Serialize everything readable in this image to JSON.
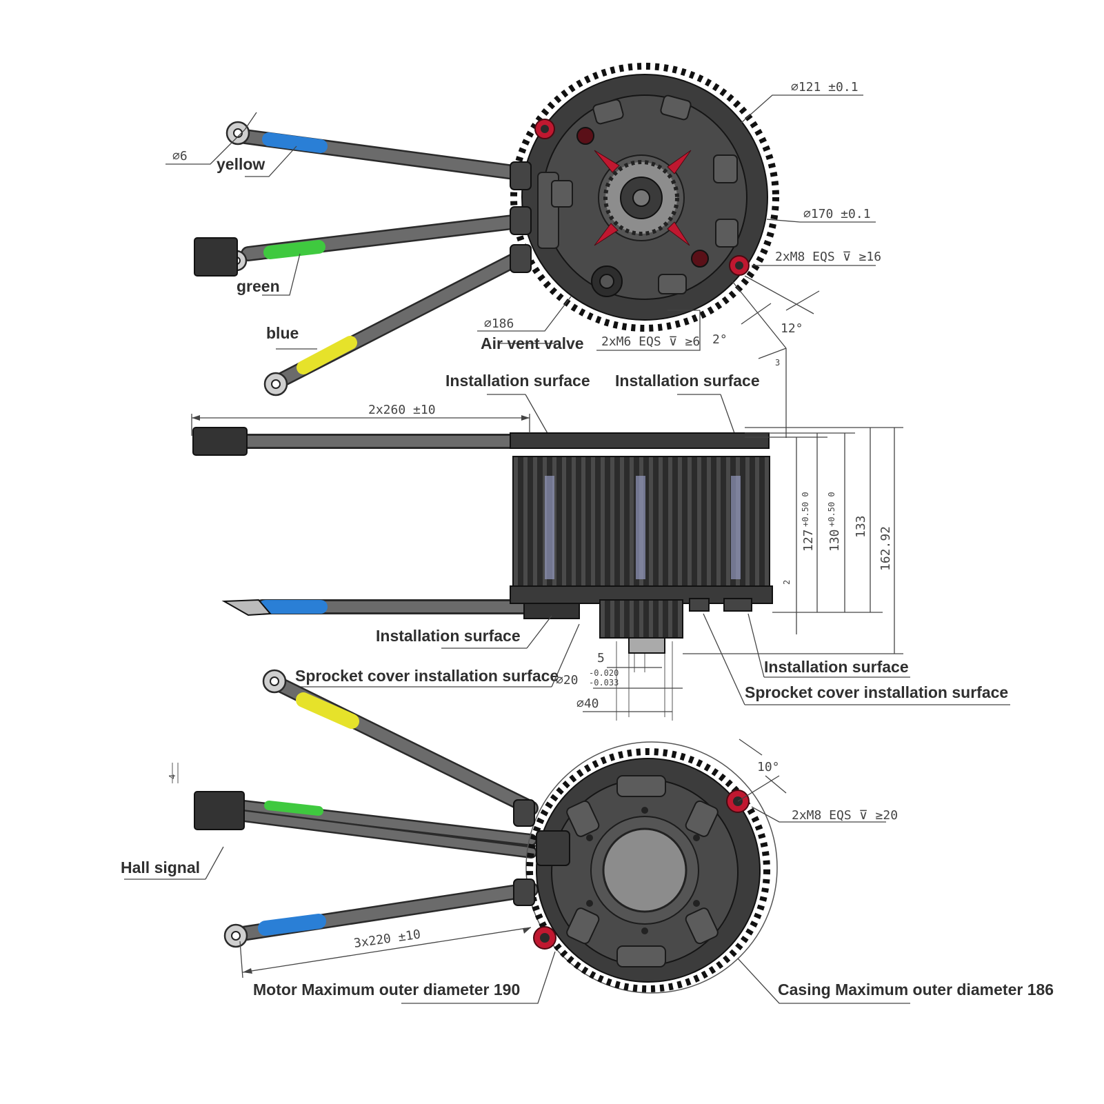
{
  "labels": {
    "yellow": "yellow",
    "green": "green",
    "blue": "blue",
    "air_vent_valve": "Air vent valve",
    "installation_surface_top_left": "Installation surface",
    "installation_surface_top_right": "Installation surface",
    "installation_surface_bottom_left": "Installation surface",
    "installation_surface_bottom_right": "Installation surface",
    "sprocket_cover_left": "Sprocket cover installation surface",
    "sprocket_cover_right": "Sprocket cover installation surface",
    "hall_signal": "Hall signal",
    "motor_max_od": "Motor Maximum outer diameter 190",
    "casing_max_od": "Casing Maximum outer diameter 186"
  },
  "dimensions": {
    "d6": "∅6",
    "d121": "∅121 ±0.1",
    "d170": "∅170 ±0.1",
    "m8_16": "2xM8 EQS ⊽ ≥16",
    "d186": "∅186",
    "m6_6": "2xM6 EQS ⊽ ≥6",
    "angle_2": "2°",
    "angle_12": "12°",
    "three": "3",
    "cable_2x260": "2x260 ±10",
    "h127": "127",
    "h130": "130",
    "tol_127": "+0.50 0",
    "tol_130": "+0.50 0",
    "h133": "133",
    "h162": "162.92",
    "two": "2",
    "five": "5",
    "d20": "∅20",
    "d20_tol_upper": "-0.020",
    "d20_tol_lower": "-0.033",
    "d40": "∅40",
    "angle_10": "10°",
    "m8_20": "2xM8 EQS ⊽ ≥20",
    "cable_3x220": "3x220 ±10",
    "four": "4"
  },
  "colors": {
    "yellow_sleeve": "#e6e22a",
    "green_sleeve": "#3fc93f",
    "blue_sleeve": "#2a7fd6",
    "bolt_ring": "#c01830",
    "cable_gray": "#6b6b6b",
    "body_dark": "#3c3c3c"
  }
}
